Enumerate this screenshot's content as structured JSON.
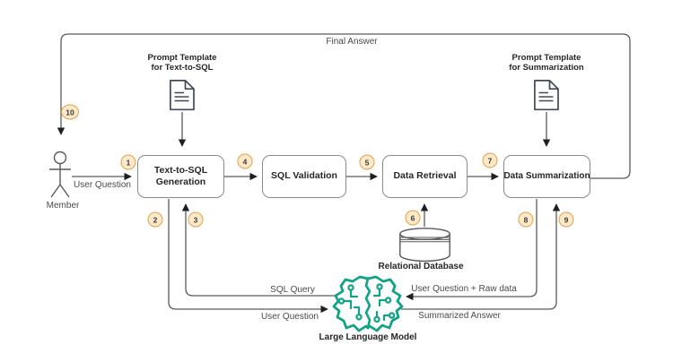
{
  "colors": {
    "accent_green": "#12A286",
    "badge_fill": "#FCE9C8",
    "badge_border": "#DFA14C",
    "line_gray": "#5a5a5a"
  },
  "steps": [
    "1",
    "2",
    "3",
    "4",
    "5",
    "6",
    "7",
    "8",
    "9",
    "10"
  ],
  "actor": {
    "label": "Member"
  },
  "nodes": [
    {
      "label": "Text-to-SQL Generation"
    },
    {
      "label": "SQL Validation"
    },
    {
      "label": "Data Retrieval"
    },
    {
      "label": "Data Summarization"
    }
  ],
  "artifacts": {
    "prompt_text_to_sql": {
      "line1": "Prompt Template",
      "line2": "for Text-to-SQL"
    },
    "prompt_summarization": {
      "line1": "Prompt Template",
      "line2": "for Summarization"
    },
    "database": {
      "label": "Relational Database"
    },
    "llm": {
      "label": "Large Language Model"
    }
  },
  "edges": {
    "user_question": "User Question",
    "final_answer": "Final Answer",
    "sql_query": "SQL Query",
    "user_question_llm": "User Question",
    "user_question_raw_data": "User Question + Raw data",
    "summarized_answer": "Summarized Answer"
  }
}
